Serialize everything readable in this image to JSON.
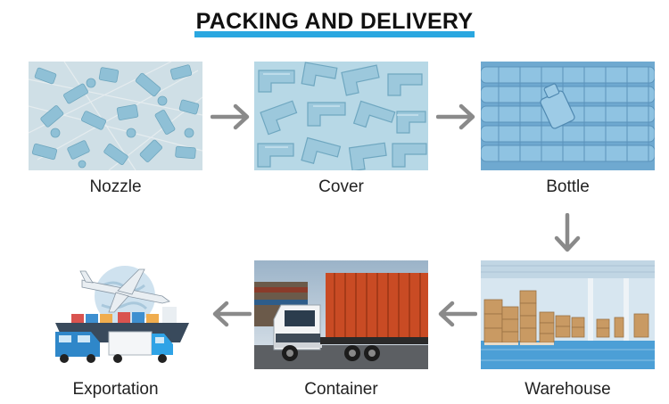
{
  "title": "PACKING AND DELIVERY",
  "colors": {
    "accent_bar": "#2aa7e0",
    "arrow": "#8a8a8a",
    "product_blue": "#9cc8dc"
  },
  "steps": [
    {
      "label": "Nozzle",
      "icon": "nozzle-photo"
    },
    {
      "label": "Cover",
      "icon": "cover-photo"
    },
    {
      "label": "Bottle",
      "icon": "bottle-photo"
    },
    {
      "label": "Warehouse",
      "icon": "warehouse-photo"
    },
    {
      "label": "Container",
      "icon": "container-truck-photo"
    },
    {
      "label": "Exportation",
      "icon": "exportation-illustration"
    }
  ]
}
